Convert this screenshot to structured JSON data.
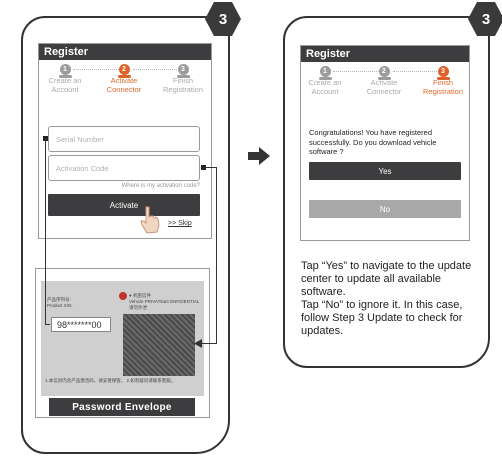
{
  "left": {
    "step_number": "3",
    "header": "Register",
    "steps": [
      {
        "number": "1",
        "label_line1": "Create an",
        "label_line2": "Account",
        "active": false
      },
      {
        "number": "2",
        "label_line1": "Activate",
        "label_line2": "Connector",
        "active": true
      },
      {
        "number": "3",
        "label_line1": "Finish",
        "label_line2": "Registration",
        "active": false
      }
    ],
    "serial_placeholder": "Serial Number",
    "activation_placeholder": "Activation Code",
    "help_link": "Where is my activation code?",
    "activate_button": "Activate",
    "skip_link": ">> Skip",
    "envelope": {
      "serial_label_cn": "产品序列号:",
      "serial_label_en": "Product S/N:",
      "code_value": "98*******00",
      "brand_line1": "● 机密信件",
      "brand_line2": "Vehicle PRIVATE&CONFIDENTIAL",
      "brand_line3": "请勿外泄",
      "fine_print": "1.本信封内含产品激活码，请妥善保管。 2.如有疑问请联系客服。",
      "title": "Password Envelope"
    }
  },
  "right": {
    "step_number": "3",
    "header": "Register",
    "steps": [
      {
        "number": "1",
        "label_line1": "Create an",
        "label_line2": "Account",
        "active": false
      },
      {
        "number": "2",
        "label_line1": "Activate",
        "label_line2": "Connector",
        "active": false
      },
      {
        "number": "3",
        "label_line1": "Finish",
        "label_line2": "Registration",
        "active": true
      }
    ],
    "message": "Congratulations! You have registered successfully. Do you download vehicle software ?",
    "yes_button": "Yes",
    "no_button": "No",
    "desc_p1": "Tap “Yes” to navigate to the update center to update all available software.",
    "desc_p2": "Tap “No” to ignore it. In this case, follow Step 3 Update to check for updates."
  },
  "icons": [
    "arrow-right-icon",
    "hand-pointer-icon"
  ],
  "colors": {
    "accent": "#e0622a",
    "dark": "#3d3d3f",
    "inactive": "#9c9c9c"
  }
}
